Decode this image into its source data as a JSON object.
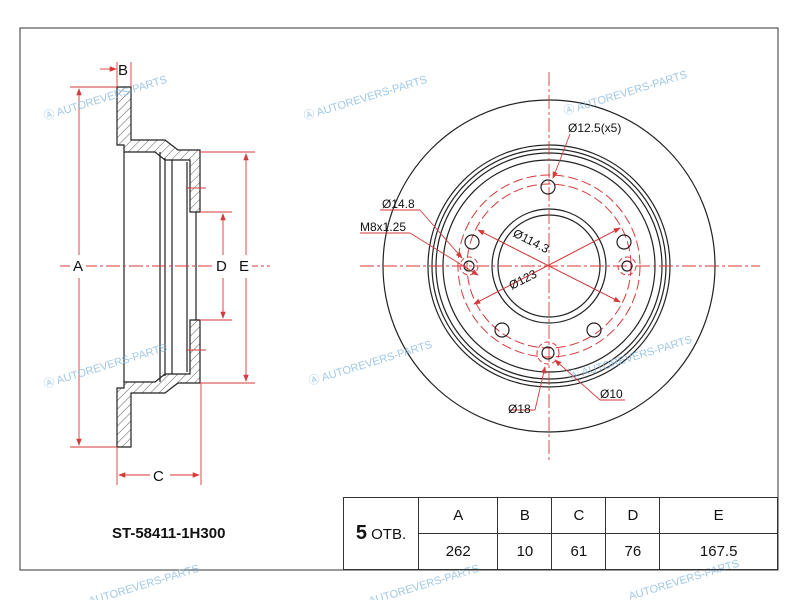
{
  "part_number": "ST-58411-1H300",
  "watermark": "AUTOREVERS-PARTS",
  "profile_labels": {
    "A": "A",
    "B": "B",
    "C": "C",
    "D": "D",
    "E": "E"
  },
  "disc_labels": {
    "bolt_hole": "Ø12.5(x5)",
    "thread_hole_dia": "Ø14.8",
    "thread": "M8x1.25",
    "pcd": "Ø114.3",
    "pilot": "Ø123",
    "pin_outer": "Ø18",
    "pin_inner": "Ø10"
  },
  "table": {
    "holes_count": "5",
    "holes_label": "ОТВ.",
    "headers": [
      "A",
      "B",
      "C",
      "D",
      "E"
    ],
    "values": [
      "262",
      "10",
      "61",
      "76",
      "167.5"
    ]
  }
}
